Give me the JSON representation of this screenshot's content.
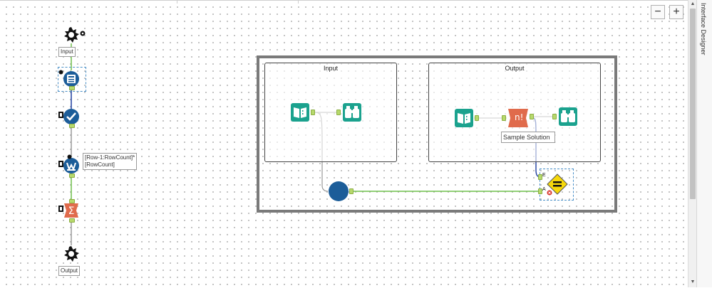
{
  "zoom": {
    "minus": "−",
    "plus": "+"
  },
  "side_panel": {
    "title": "Interface Designer"
  },
  "left_flow": {
    "input_label": "Input",
    "formula_label_line1": "[Row-1:RowCount]*",
    "formula_label_line2": "[RowCount]",
    "output_label": "Output"
  },
  "container": {
    "input_title": "Input",
    "output_title": "Output",
    "sample_label": "Sample Solution",
    "n_tool_text": "n!",
    "anchor_e": "E",
    "anchor_a": "A"
  },
  "colors": {
    "teal": "#1ba28e",
    "blue": "#1c5d99",
    "salmon": "#e06b4c",
    "yellow": "#f6d80a",
    "wire_green": "#6fbf4a",
    "wire_blue": "#1f3fa0"
  }
}
